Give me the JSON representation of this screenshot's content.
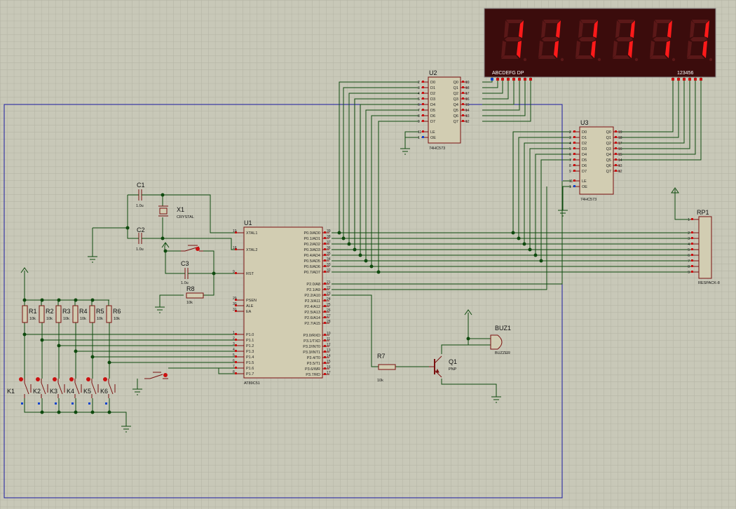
{
  "colors": {
    "background": "#c8c8b8",
    "grid": "#b2b2a2",
    "wire": "#0e4a0e",
    "body_fill": "#d2cdb2",
    "body_stroke": "#7a1010",
    "pin_red": "#cc1111",
    "pin_blue": "#1144cc",
    "border_blue": "#1a1aa0",
    "display_bg": "#3b0c0c",
    "segment_on": "#ff1a1a",
    "segment_off": "#5a1818"
  },
  "display": {
    "digits": [
      "1",
      "1",
      "1",
      "1",
      "1",
      "1"
    ],
    "label_segments": "ABCDEFG DP",
    "label_digits": "123456"
  },
  "u1": {
    "ref": "U1",
    "part": "AT89C51",
    "left_pins": [
      {
        "name": "XTAL1",
        "num": "19"
      },
      {
        "name": "XTAL2",
        "num": "18"
      },
      {
        "name": "RST",
        "num": "9"
      },
      {
        "name": "PSEN",
        "num": "29"
      },
      {
        "name": "ALE",
        "num": "30"
      },
      {
        "name": "EA",
        "num": "31"
      },
      {
        "name": "P1.0",
        "num": "1"
      },
      {
        "name": "P1.1",
        "num": "2"
      },
      {
        "name": "P1.2",
        "num": "3"
      },
      {
        "name": "P1.3",
        "num": "4"
      },
      {
        "name": "P1.4",
        "num": "5"
      },
      {
        "name": "P1.5",
        "num": "6"
      },
      {
        "name": "P1.6",
        "num": "7"
      },
      {
        "name": "P1.7",
        "num": "8"
      }
    ],
    "right_pins": [
      {
        "name": "P0.0/AD0",
        "num": "39"
      },
      {
        "name": "P0.1/AD1",
        "num": "38"
      },
      {
        "name": "P0.2/AD2",
        "num": "37"
      },
      {
        "name": "P0.3/AD3",
        "num": "36"
      },
      {
        "name": "P0.4/AD4",
        "num": "35"
      },
      {
        "name": "P0.5/AD5",
        "num": "34"
      },
      {
        "name": "P0.6/AD6",
        "num": "33"
      },
      {
        "name": "P0.7/AD7",
        "num": "32"
      },
      {
        "name": "P2.0/A8",
        "num": "21"
      },
      {
        "name": "P2.1/A9",
        "num": "22"
      },
      {
        "name": "P2.2/A10",
        "num": "23"
      },
      {
        "name": "P2.3/A11",
        "num": "24"
      },
      {
        "name": "P2.4/A12",
        "num": "25"
      },
      {
        "name": "P2.5/A13",
        "num": "26"
      },
      {
        "name": "P2.6/A14",
        "num": "27"
      },
      {
        "name": "P2.7/A15",
        "num": "28"
      },
      {
        "name": "P3.0/RXD",
        "num": "10"
      },
      {
        "name": "P3.1/TXD",
        "num": "11"
      },
      {
        "name": "P3.2/INT0",
        "num": "12"
      },
      {
        "name": "P3.3/INT1",
        "num": "13"
      },
      {
        "name": "P3.4/T0",
        "num": "14"
      },
      {
        "name": "P3.5/T1",
        "num": "15"
      },
      {
        "name": "P3.6/WR",
        "num": "16"
      },
      {
        "name": "P3.7/RD",
        "num": "17"
      }
    ]
  },
  "u2": {
    "ref": "U2",
    "part": "74HC573",
    "d_pins": [
      {
        "name": "D0",
        "num": "2"
      },
      {
        "name": "D1",
        "num": "3"
      },
      {
        "name": "D2",
        "num": "4"
      },
      {
        "name": "D3",
        "num": "5"
      },
      {
        "name": "D4",
        "num": "6"
      },
      {
        "name": "D5",
        "num": "7"
      },
      {
        "name": "D6",
        "num": "8"
      },
      {
        "name": "D7",
        "num": "9"
      }
    ],
    "q_pins": [
      {
        "name": "Q0",
        "num": "19"
      },
      {
        "name": "Q1",
        "num": "18"
      },
      {
        "name": "Q2",
        "num": "17"
      },
      {
        "name": "Q3",
        "num": "16"
      },
      {
        "name": "Q4",
        "num": "15"
      },
      {
        "name": "Q5",
        "num": "14"
      },
      {
        "name": "Q6",
        "num": "13"
      },
      {
        "name": "Q7",
        "num": "12"
      }
    ],
    "ctrl_pins": [
      {
        "name": "LE",
        "num": "11"
      },
      {
        "name": "OE",
        "num": "1"
      }
    ]
  },
  "u3": {
    "ref": "U3",
    "part": "74HC573",
    "d_pins": [
      {
        "name": "D0",
        "num": "2"
      },
      {
        "name": "D1",
        "num": "3"
      },
      {
        "name": "D2",
        "num": "4"
      },
      {
        "name": "D3",
        "num": "5"
      },
      {
        "name": "D4",
        "num": "6"
      },
      {
        "name": "D5",
        "num": "7"
      },
      {
        "name": "D6",
        "num": "8"
      },
      {
        "name": "D7",
        "num": "9"
      }
    ],
    "q_pins": [
      {
        "name": "Q0",
        "num": "19"
      },
      {
        "name": "Q1",
        "num": "18"
      },
      {
        "name": "Q2",
        "num": "17"
      },
      {
        "name": "Q3",
        "num": "16"
      },
      {
        "name": "Q4",
        "num": "15"
      },
      {
        "name": "Q5",
        "num": "14"
      },
      {
        "name": "Q6",
        "num": "13"
      },
      {
        "name": "Q7",
        "num": "12"
      }
    ],
    "ctrl_pins": [
      {
        "name": "LE",
        "num": "11"
      },
      {
        "name": "OE",
        "num": "1"
      }
    ]
  },
  "rp1": {
    "ref": "RP1",
    "part": "RESPACK-8",
    "pins": [
      "1",
      "2",
      "3",
      "4",
      "5",
      "6",
      "7",
      "8",
      "9"
    ]
  },
  "c1": {
    "ref": "C1",
    "value": "1.0u"
  },
  "c2": {
    "ref": "C2",
    "value": "1.0u"
  },
  "c3": {
    "ref": "C3",
    "value": "1.0u"
  },
  "x1": {
    "ref": "X1",
    "value": "CRYSTAL"
  },
  "r8": {
    "ref": "R8",
    "value": "10k"
  },
  "r7": {
    "ref": "R7",
    "value": "10k"
  },
  "q1": {
    "ref": "Q1",
    "value": "PNP"
  },
  "buz1": {
    "ref": "BUZ1",
    "value": "BUZZER"
  },
  "resistors": [
    {
      "ref": "R1",
      "value": "10k"
    },
    {
      "ref": "R2",
      "value": "10k"
    },
    {
      "ref": "R3",
      "value": "10k"
    },
    {
      "ref": "R4",
      "value": "10k"
    },
    {
      "ref": "R5",
      "value": "10k"
    },
    {
      "ref": "R6",
      "value": "10k"
    }
  ],
  "keys": [
    "K1",
    "K2",
    "K3",
    "K4",
    "K5",
    "K6"
  ]
}
